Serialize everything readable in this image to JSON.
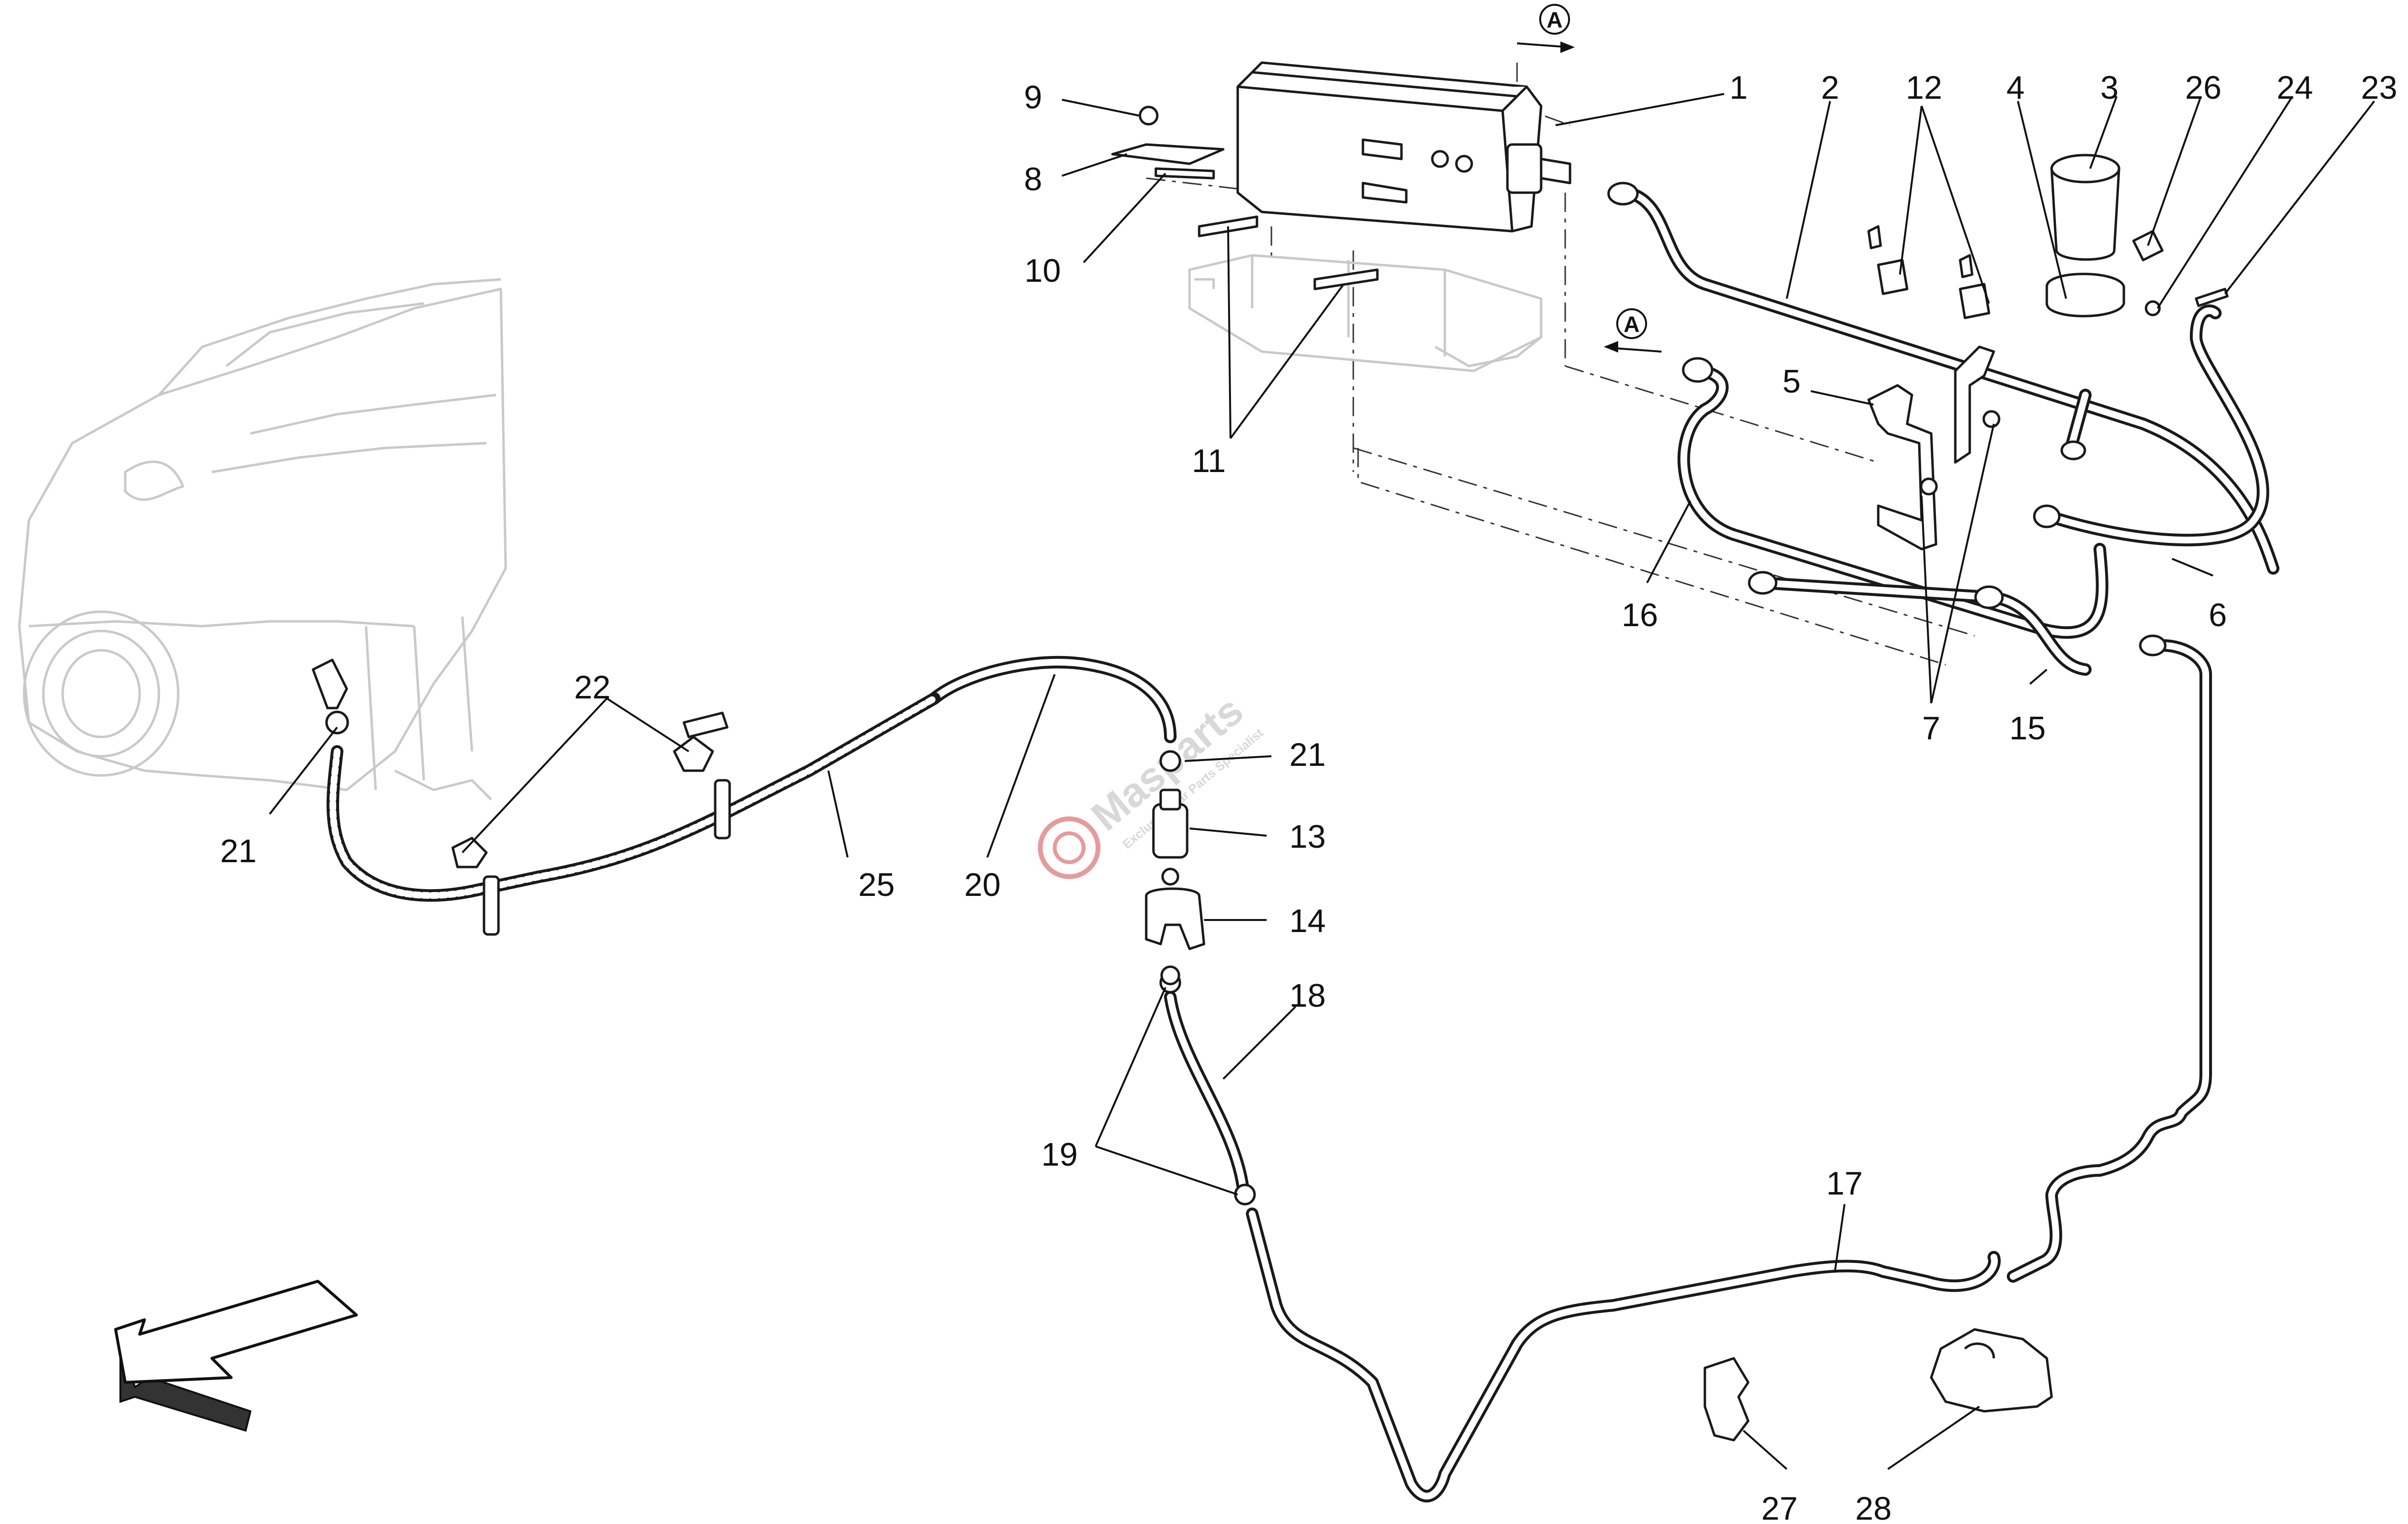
{
  "diagram": {
    "section_marker": "A",
    "watermark": {
      "brand": "Masparts",
      "tagline": "Exclusive Car Parts Specialist",
      "color": "#d8d8d8",
      "accent": "#e59b9b"
    },
    "callouts": {
      "c1": "1",
      "c2": "2",
      "c3": "3",
      "c4": "4",
      "c5": "5",
      "c6": "6",
      "c7": "7",
      "c8": "8",
      "c9": "9",
      "c10": "10",
      "c11": "11",
      "c12": "12",
      "c13": "13",
      "c14": "14",
      "c15": "15",
      "c16": "16",
      "c17": "17",
      "c18": "18",
      "c19": "19",
      "c20": "20",
      "c21a": "21",
      "c21b": "21",
      "c22": "22",
      "c23": "23",
      "c24": "24",
      "c25": "25",
      "c26": "26",
      "c27": "27",
      "c28": "28"
    }
  }
}
